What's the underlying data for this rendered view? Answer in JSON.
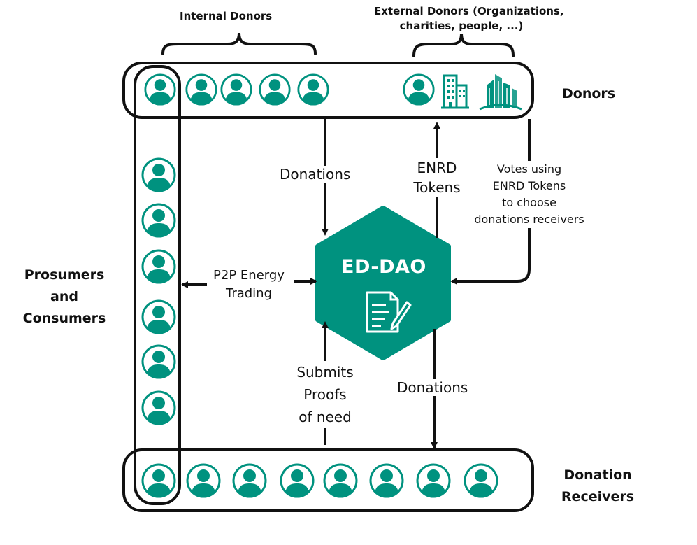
{
  "colors": {
    "teal": "#00927f",
    "stroke": "#111111",
    "accent_light": "#e6f5f2"
  },
  "labels": {
    "internal_donors": "Internal Donors",
    "external_donors_line1": "External Donors (Organizations,",
    "external_donors_line2": "charities, people, ...)",
    "donors": "Donors",
    "prosumers_line1": "Prosumers",
    "prosumers_line2": "and",
    "prosumers_line3": "Consumers",
    "donation_receivers_line1": "Donation",
    "donation_receivers_line2": "Receivers"
  },
  "center_node": {
    "title": "ED-DAO",
    "icon": "document-pen-icon"
  },
  "edges": {
    "donations_in": "Donations",
    "enrd_tokens_line1": "ENRD",
    "enrd_tokens_line2": "Tokens",
    "votes_line1": "Votes using",
    "votes_line2": "ENRD Tokens",
    "votes_line3": "to choose",
    "votes_line4": "donations receivers",
    "p2p_line1": "P2P Energy",
    "p2p_line2": "Trading",
    "proofs_line1": "Submits",
    "proofs_line2": "Proofs",
    "proofs_line3": "of need",
    "donations_out": "Donations"
  },
  "icons": {
    "person": "person-icon",
    "building": "office-building-icon",
    "city": "city-skyline-icon"
  }
}
